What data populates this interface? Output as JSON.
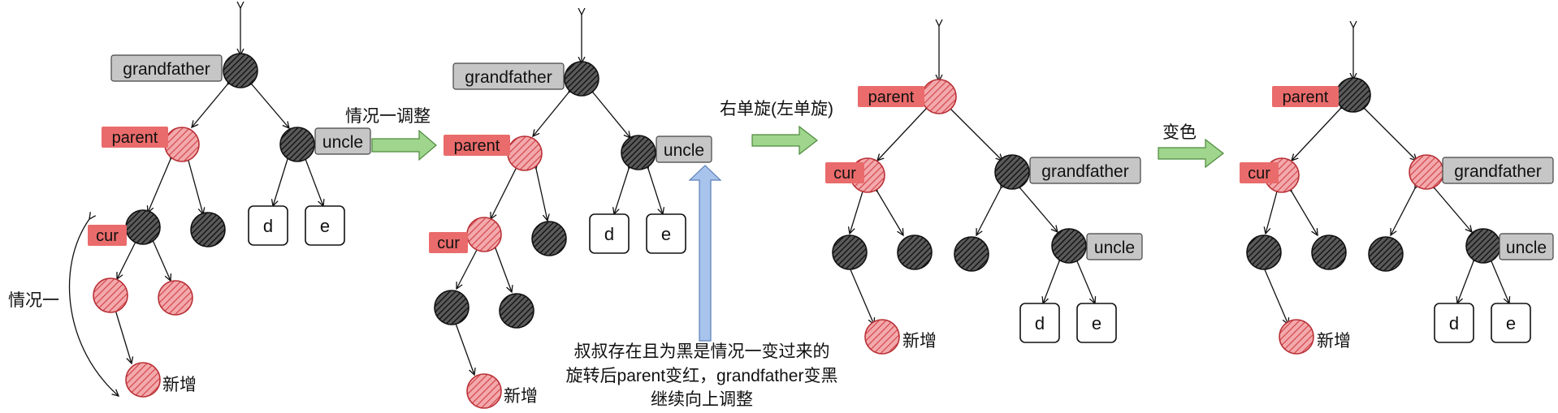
{
  "colors": {
    "red_fill": "#e8797e",
    "red_stroke": "#c23a3a",
    "black_fill": "#222222",
    "black_stroke": "#111111",
    "label_red": "#ea6b6b",
    "label_gray": "#c4c4c4",
    "arrow_green": "#9fd58d",
    "arrow_blue": "#a8c4ec"
  },
  "labels": {
    "grandfather": "grandfather",
    "parent": "parent",
    "uncle": "uncle",
    "cur": "cur",
    "new": "新增",
    "d": "d",
    "e": "e"
  },
  "annotations": {
    "case1": "情况一",
    "case1_adjust": "情况一调整",
    "rotate": "右单旋(左单旋)",
    "recolor": "变色",
    "note_line1": "叔叔存在且为黑是情况一变过来的",
    "note_line2": "旋转后parent变红，grandfather变黑",
    "note_line3": "继续向上调整"
  }
}
